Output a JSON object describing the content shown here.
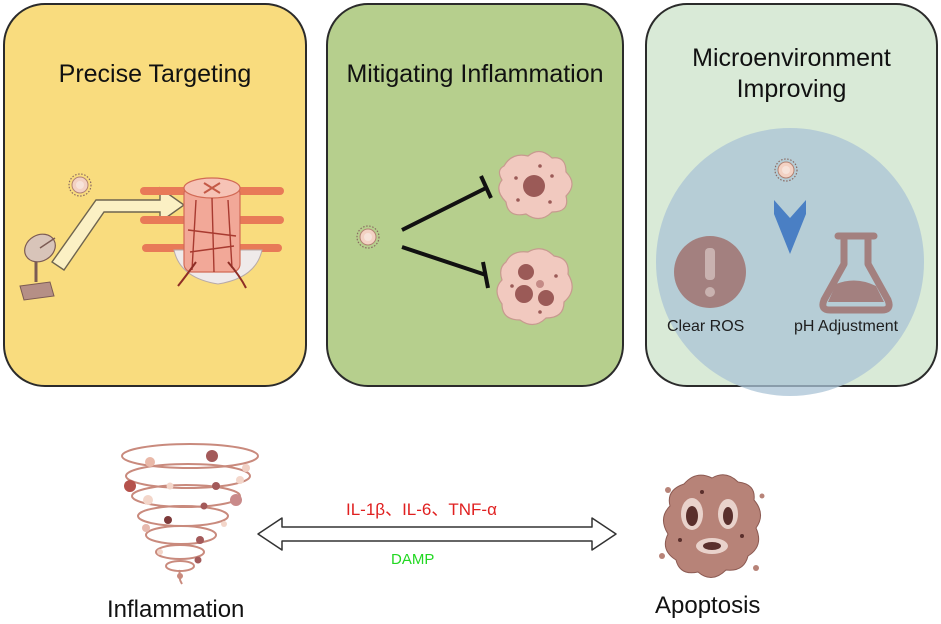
{
  "panels": {
    "targeting": {
      "title": "Precise Targeting",
      "color": "#f9dc7e"
    },
    "mitigating": {
      "title": "Mitigating Inflammation",
      "color": "#b6cf8d"
    },
    "microenv": {
      "title_line1": "Microenvironment",
      "title_line2": "Improving",
      "color": "#d9ead7"
    }
  },
  "microenv_labels": {
    "ros": "Clear ROS",
    "ph": "pH Adjustment"
  },
  "bottom": {
    "left_label": "Inflammation",
    "right_label": "Apoptosis",
    "cytokines": "IL-1β、IL-6、TNF-α",
    "damp": "DAMP"
  },
  "colors": {
    "cytokine_text": "#e02020",
    "damp_text": "#22d822",
    "circle_fill": "#a9c3d6",
    "arrow_blue": "#4a7fc4",
    "cell_fill": "#f1c9bf",
    "nucleus": "#9b5a57",
    "tornado": "#c98a7d",
    "outline": "#2b2b2b"
  },
  "icons": [
    "nanoparticle-icon",
    "satellite-dish-icon",
    "spinal-cord-icon",
    "macrophage-icon",
    "inhibition-icon",
    "exclamation-icon",
    "flask-icon",
    "tornado-icon",
    "apoptotic-cell-icon",
    "double-arrow-icon"
  ]
}
